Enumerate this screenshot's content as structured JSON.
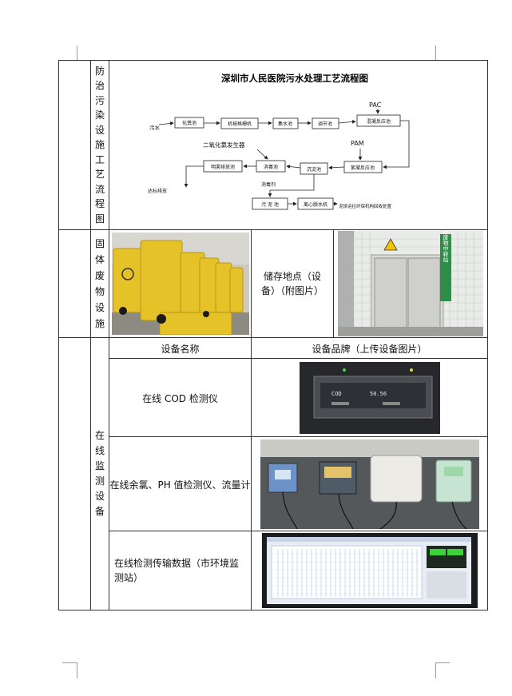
{
  "rows": {
    "process": {
      "label": "防治污染设施工艺流程图",
      "diagram": {
        "title": "深圳市人民医院污水处理工艺流程图",
        "nodes": {
          "wastewater": "污水",
          "septic": "化粪池",
          "screen": "机械格栅机",
          "collection": "集水池",
          "regulating": "调节池",
          "coagulation": "混凝反应池",
          "pac": "PAC",
          "pam": "PAM",
          "flocculation": "絮凝反应池",
          "sedimentation": "沉淀池",
          "disinfection": "消毒池",
          "chlorine_gen": "二氧化氯发生器",
          "open_channel": "明渠排放池",
          "discharge": "达标排放",
          "disinfectant": "消毒剂",
          "sludge_tank": "污 泥 池",
          "dewater": "离心脱水机",
          "sludge_out": "泥饼运往环保机构回收处置"
        }
      }
    },
    "solid_waste": {
      "label": "固体废物设施",
      "storage_text": "储存地点（设备）（附图片）",
      "door_sign": "医疗废物中转站"
    },
    "monitoring": {
      "label": "在线监测设备",
      "header_name": "设备名称",
      "header_brand": "设备品牌（上传设备图片）",
      "devices": [
        {
          "name": "在线 COD 检测仪",
          "screen_label": "COD",
          "screen_value": "50.56"
        },
        {
          "name": "在线余氯、PH 值检测仪、流量计"
        },
        {
          "name": "在线检测传输数据（市环境监测站）"
        }
      ]
    }
  }
}
